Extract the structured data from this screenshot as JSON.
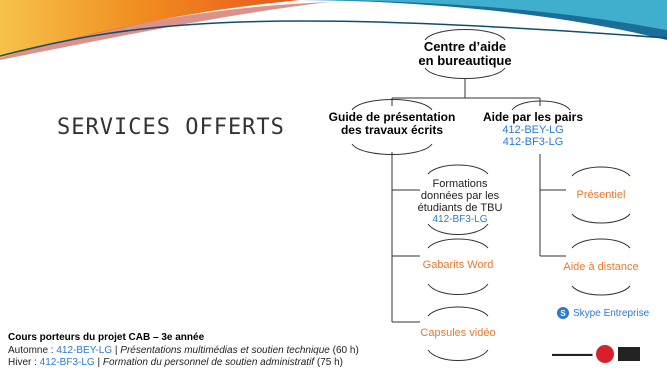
{
  "slide": {
    "title": "SERVICES OFFERTS"
  },
  "tree": {
    "root": {
      "line1": "Centre d’aide",
      "line2": "en bureautique"
    },
    "guide": {
      "line1": "Guide de présentation",
      "line2": "des travaux écrits"
    },
    "aide": {
      "title": "Aide par les pairs",
      "code1": "412-BEY-LG",
      "code2": "412-BF3-LG"
    },
    "formations": {
      "line1": "Formations",
      "line2": "données par les",
      "line3": "étudiants de TBU",
      "code": "412-BF3-LG"
    },
    "gabarits": "Gabarits Word",
    "capsules": "Capsules vidéo",
    "presentiel": "Présentiel",
    "distance": "Aide à distance",
    "skype": "Skype Entreprise"
  },
  "footer": {
    "heading": "Cours porteurs du projet CAB – 3e année",
    "row1": {
      "season": "Automne : ",
      "code": "412-BEY-LG",
      "sep": " | ",
      "course": "Présentations multimédias et soutien technique",
      "hours": " (60 h)"
    },
    "row2": {
      "season": "Hiver : ",
      "code": "412-BF3-LG",
      "sep": " | ",
      "course": "Formation du personnel de soutien administratif",
      "hours": " (75 h)"
    }
  },
  "colors": {
    "accent_orange": "#e8782e",
    "link_blue": "#2b7bd0",
    "banner_orange": "#f39c2e",
    "banner_teal": "#2aa6c8"
  },
  "icons": [
    "skype-icon",
    "college-logo"
  ]
}
